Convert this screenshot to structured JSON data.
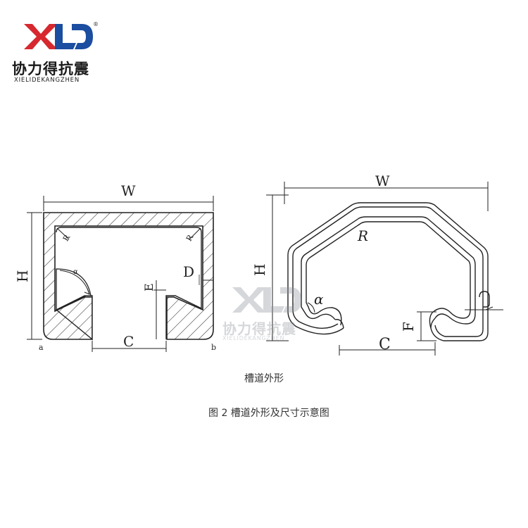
{
  "logo": {
    "mark": "XLD",
    "registered": "®",
    "name_cn": "协力得抗震",
    "name_en": "XIELIDEKANGZHEN",
    "colors": {
      "x_red": "#d7282f",
      "ld_blue": "#1b4da0"
    }
  },
  "watermark": {
    "mark": "XLD",
    "name_cn": "协力得抗震",
    "name_en": "XIELIDEKANGZHEN"
  },
  "left_diagram": {
    "labels": {
      "W": "W",
      "H": "H",
      "D": "D",
      "E": "E",
      "C": "C",
      "R": "R",
      "a_angle": "α",
      "a": "a",
      "b": "b"
    }
  },
  "right_diagram": {
    "labels": {
      "W": "W",
      "H": "H",
      "R": "R",
      "alpha": "α",
      "F": "F",
      "C": "C"
    }
  },
  "captions": {
    "sub": "槽道外形",
    "figure": "图 2  槽道外形及尺寸示意图"
  }
}
